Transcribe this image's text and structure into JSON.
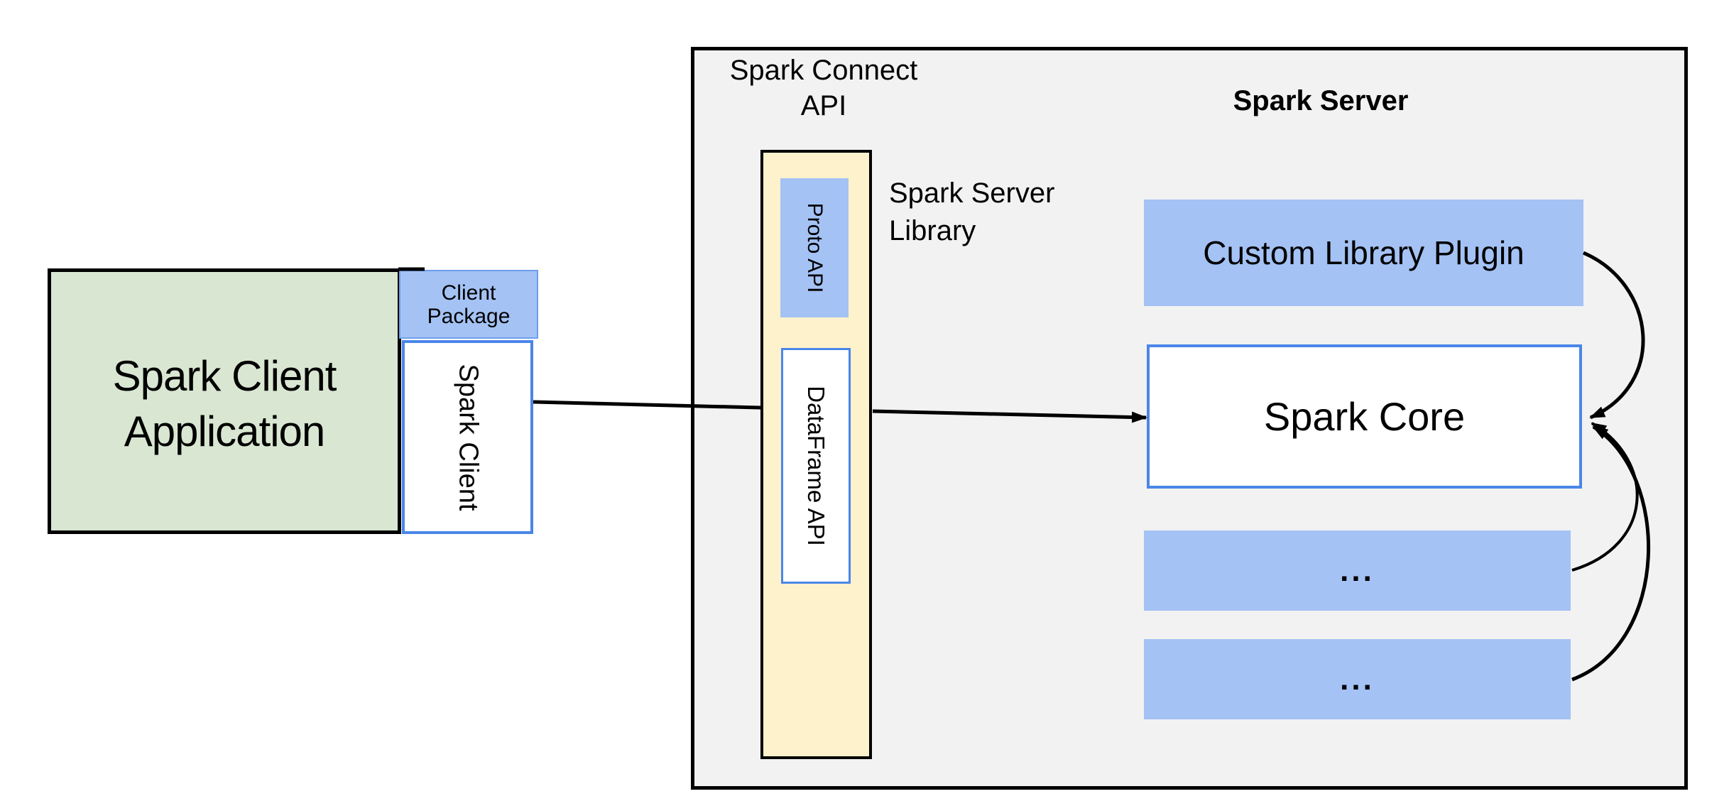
{
  "diagram": {
    "client": {
      "app_label": "Spark Client\nApplication",
      "package_label": "Client\nPackage",
      "spark_client_label": "Spark Client"
    },
    "connect": {
      "title": "Spark Connect\nAPI",
      "proto_api_label": "Proto API",
      "dataframe_api_label": "DataFrame API",
      "server_library_label": "Spark Server\nLibrary"
    },
    "server": {
      "title": "Spark Server",
      "custom_plugin_label": "Custom Library Plugin",
      "spark_core_label": "Spark Core",
      "plugin_slot1_label": "...",
      "plugin_slot2_label": "..."
    },
    "colors": {
      "client_app_fill": "#d9e7d2",
      "blue_fill": "#a4c2f4",
      "blue_border": "#4a86e8",
      "yellow_fill": "#fdf2cc",
      "server_box_fill": "#f2f2f2",
      "line_color": "#000000"
    }
  }
}
